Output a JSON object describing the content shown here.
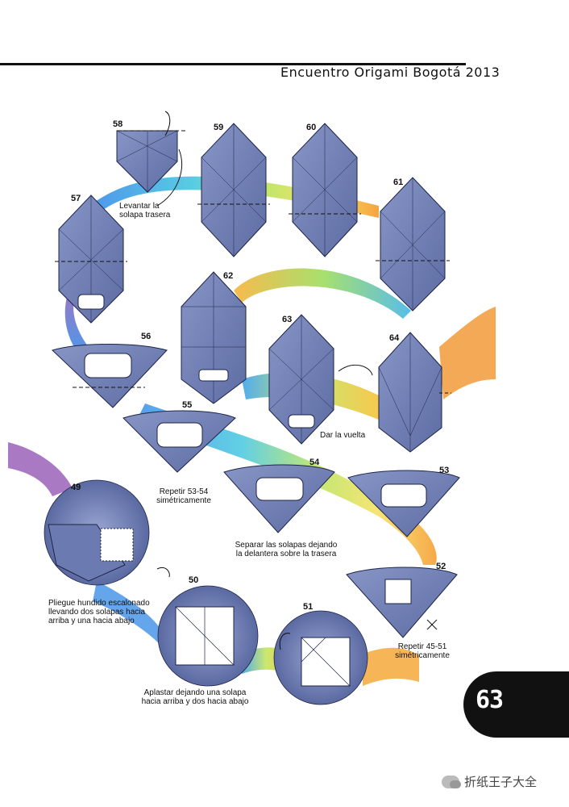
{
  "header": {
    "title": "Encuentro Origami Bogotá 2013"
  },
  "page": {
    "number": "63"
  },
  "watermark": {
    "text": "折纸王子大全",
    "icon": "wechat-icon"
  },
  "steps": {
    "s49": "49",
    "s50": "50",
    "s51": "51",
    "s52": "52",
    "s53": "53",
    "s54": "54",
    "s55": "55",
    "s56": "56",
    "s57": "57",
    "s58": "58",
    "s59": "59",
    "s60": "60",
    "s61": "61",
    "s62": "62",
    "s63": "63",
    "s64": "64"
  },
  "captions": {
    "levantar_1": "Levantar la",
    "levantar_2": "solapa trasera",
    "dar_vuelta": "Dar la vuelta",
    "repetir_53_1": "Repetir 53-54",
    "repetir_53_2": "simétricamente",
    "separar_1": "Separar las solapas dejando",
    "separar_2": "la delantera sobre la trasera",
    "pliegue_1": "Pliegue hundido escalonado",
    "pliegue_2": "llevando dos solapas hacia",
    "pliegue_3": "arriba y una hacia abajo",
    "aplastar_1": "Aplastar dejando una solapa",
    "aplastar_2": "hacia arriba y dos hacia abajo",
    "repetir_45_1": "Repetir 45-51",
    "repetir_45_2": "simétricamente"
  },
  "colors": {
    "paper": "#6f7fb3",
    "paper_dark": "#4f5e94",
    "line": "#1d2447",
    "page_badge": "#111111"
  }
}
